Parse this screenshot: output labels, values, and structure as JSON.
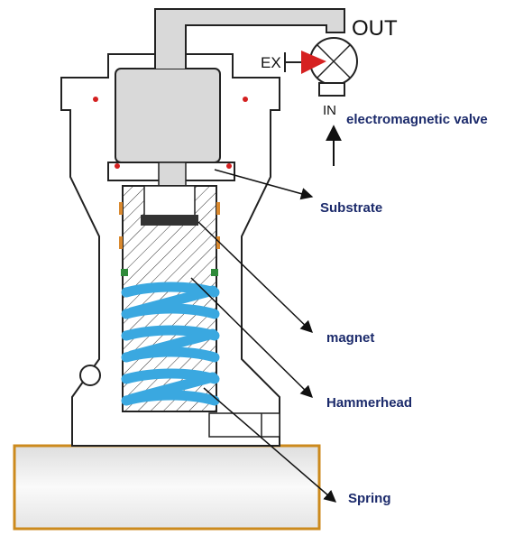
{
  "labels": {
    "out": "OUT",
    "ex": "EX",
    "in": "IN",
    "valve": "electromagnetic valve",
    "substrate": "Substrate",
    "magnet": "magnet",
    "hammerhead": "Hammerhead",
    "spring": "Spring"
  },
  "colors": {
    "body_fill": "#ffffff",
    "outline": "#222222",
    "piston_fill": "#d9d9d9",
    "spring": "#3aa8e0",
    "seal_red": "#d42020",
    "seal_orange": "#d9892f",
    "seal_green": "#2f8a3a",
    "base_border": "#cc8a1d",
    "base_fill": "#eeeeee",
    "valve_arrow": "#d62121",
    "label_text": "#1b2a6b"
  }
}
